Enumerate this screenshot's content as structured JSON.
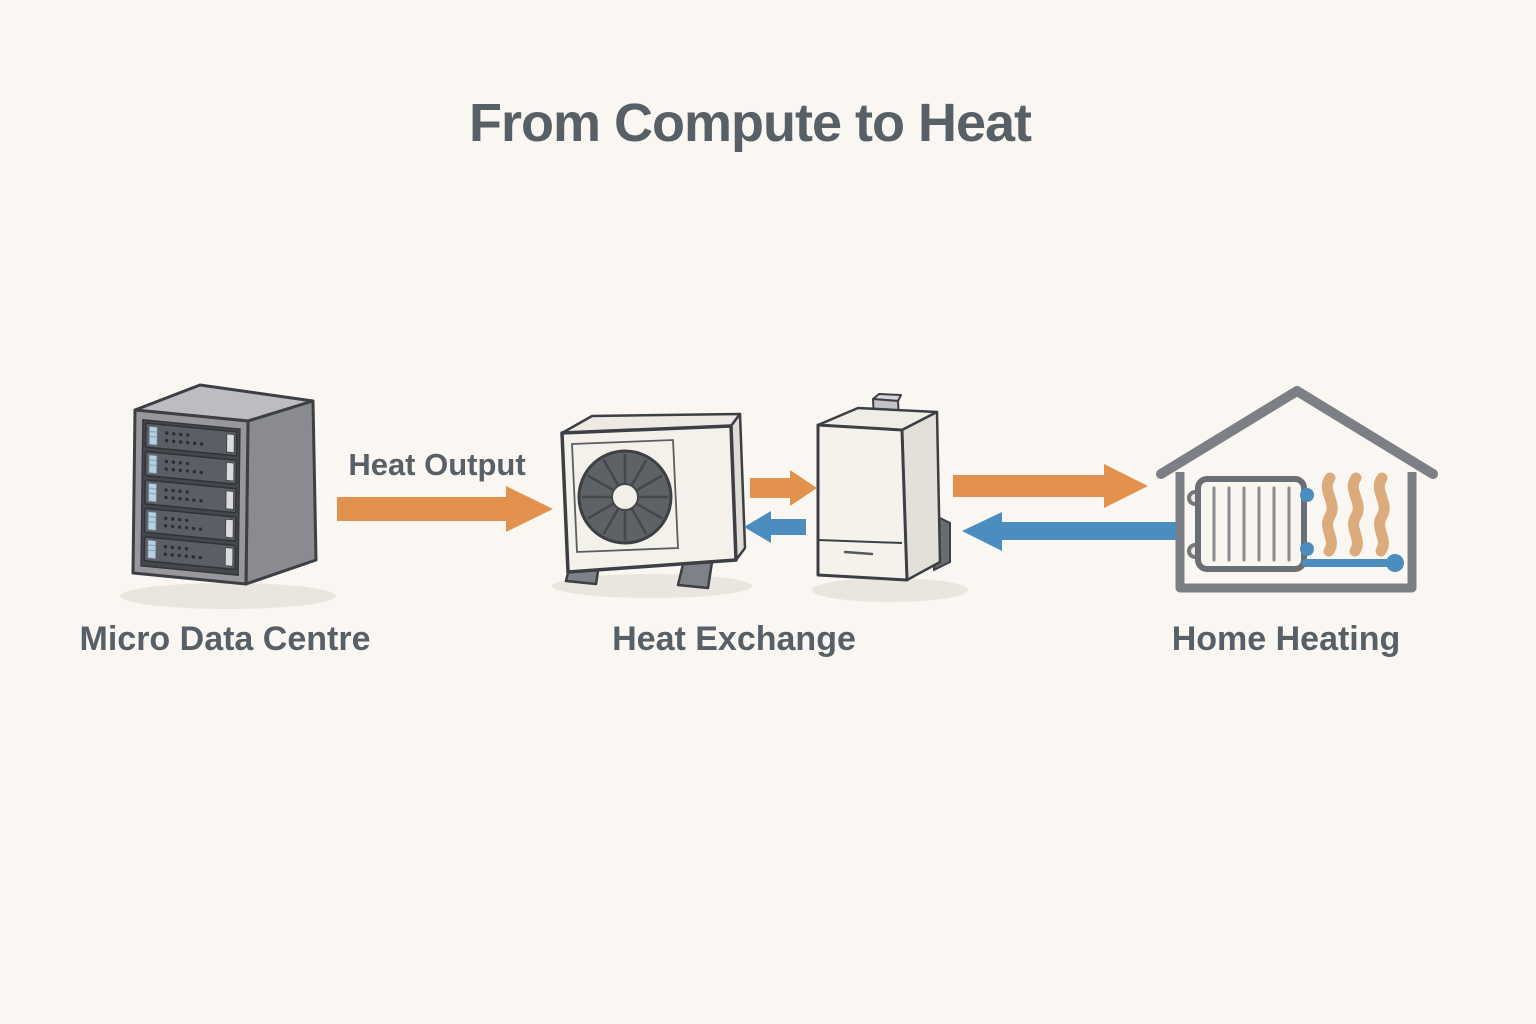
{
  "title": "From Compute to Heat",
  "diagram": {
    "heat_output_label": "Heat Output",
    "stages": [
      {
        "label": "Micro Data Centre",
        "icon": "server-rack-icon"
      },
      {
        "label": "Heat Exchange",
        "icon": "heat-pump-icon"
      },
      {
        "label": "Home Heating",
        "icon": "house-with-radiator-icon"
      }
    ],
    "unlabeled_components": [
      {
        "icon": "boiler-icon"
      }
    ],
    "arrows": [
      {
        "name": "heat-output-arrow",
        "direction": "right",
        "color": "orange",
        "label": "Heat Output"
      },
      {
        "name": "exchange-to-boiler-arrow",
        "direction": "right",
        "color": "orange"
      },
      {
        "name": "boiler-to-exchange-return-arrow",
        "direction": "left",
        "color": "blue"
      },
      {
        "name": "boiler-to-home-arrow",
        "direction": "right",
        "color": "orange"
      },
      {
        "name": "home-return-arrow",
        "direction": "left",
        "color": "blue"
      }
    ]
  },
  "colors": {
    "background": "#faf6f1",
    "text": "#586067",
    "orange": "#e2914e",
    "blue": "#4c8dbf",
    "heat_wave": "#dcab7d",
    "outline": "#3c3f44",
    "house_outline": "#7c8086"
  }
}
